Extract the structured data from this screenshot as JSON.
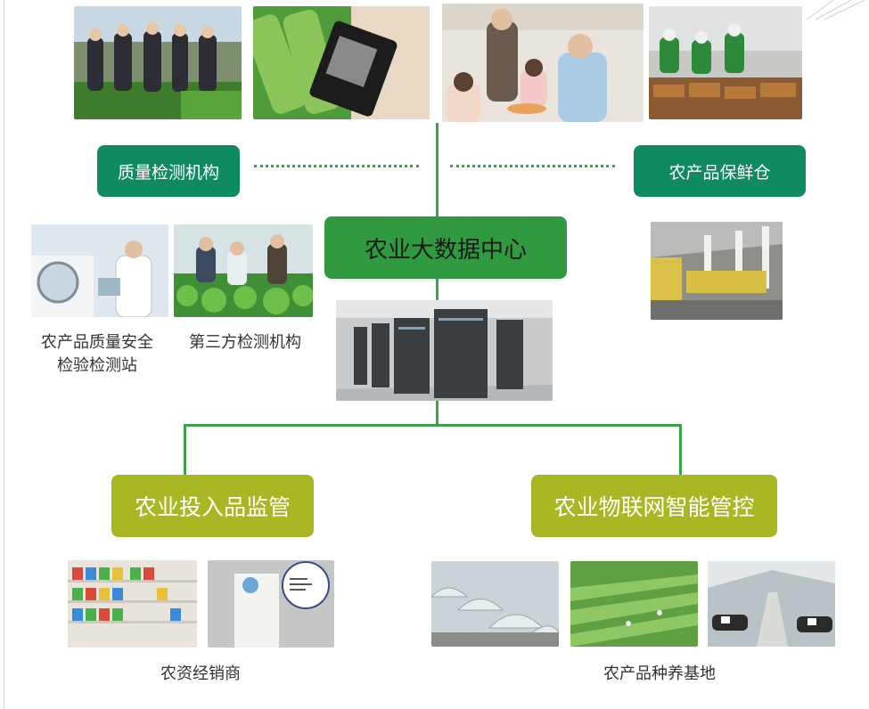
{
  "nodes": {
    "quality_org": "质量检测机构",
    "fresh_storage": "农产品保鲜仓",
    "big_data_center": "农业大数据中心",
    "input_supervision": "农业投入品监管",
    "iot_control": "农业物联网智能管控"
  },
  "captions": {
    "safety_station": "农产品质量安全\n检验检测站",
    "third_party": "第三方检测机构",
    "dealer": "农资经销商",
    "base": "农产品种养基地"
  },
  "colors": {
    "dark_green": "#0f8a62",
    "mid_green": "#2f9a3f",
    "olive": "#a9b724",
    "line_green": "#3aa548"
  },
  "photos": [
    "field-inspection-photo",
    "qr-code-scan-photo",
    "family-meal-photo",
    "canteen-food-photo",
    "lab-equipment-photo",
    "greenhouse-inspection-photo",
    "warehouse-storage-photo",
    "server-room-photo",
    "pesticide-shelf-photo",
    "product-label-photo",
    "greenhouses-photo",
    "vegetable-rows-photo",
    "cattle-barn-photo"
  ]
}
